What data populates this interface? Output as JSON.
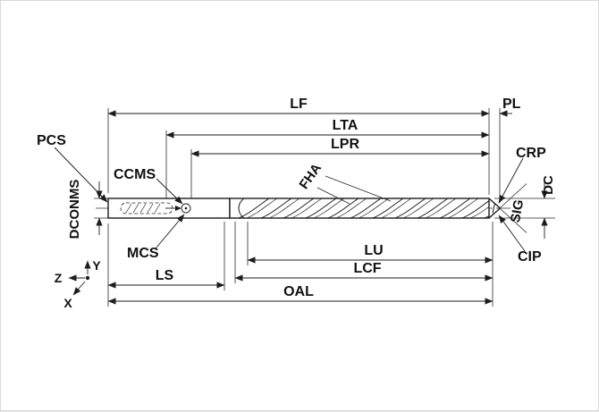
{
  "diagram": {
    "type": "technical-drawing",
    "subject": "drill-tool-dimension-diagram",
    "colors": {
      "background": "#ffffff",
      "line": "#1d1d1d"
    },
    "labels": {
      "lf": "LF",
      "pl": "PL",
      "lta": "LTA",
      "lpr": "LPR",
      "pcs": "PCS",
      "ccms": "CCMS",
      "mcs": "MCS",
      "dconms": "DCONMS",
      "fha": "FHA",
      "crp": "CRP",
      "dc": "DC",
      "sig": "SIG",
      "cip": "CIP",
      "lu": "LU",
      "lcf": "LCF",
      "ls": "LS",
      "oal": "OAL"
    },
    "axes": {
      "z": "Z",
      "y": "Y",
      "x": "X"
    }
  }
}
